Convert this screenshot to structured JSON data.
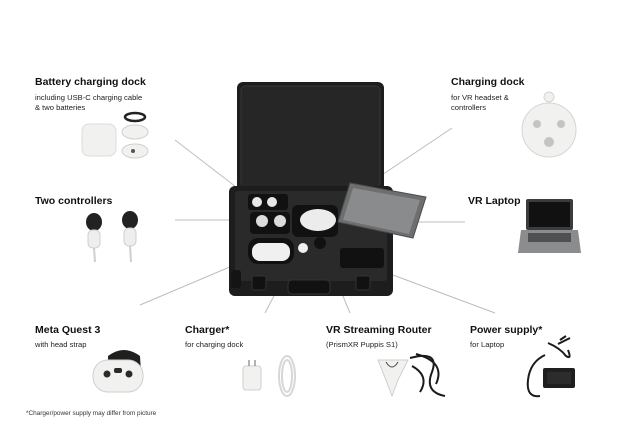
{
  "components": {
    "battery_dock": {
      "title": "Battery charging dock",
      "desc_line1": "including USB-C charging cable",
      "desc_line2": "& two batteries"
    },
    "charging_dock": {
      "title": "Charging dock",
      "desc_line1": "for VR headset &",
      "desc_line2": "controllers"
    },
    "controllers": {
      "title": "Two controllers"
    },
    "laptop": {
      "title": "VR Laptop"
    },
    "headset": {
      "title": "Meta Quest 3",
      "desc": "with head strap"
    },
    "charger": {
      "title": "Charger*",
      "desc": "for charging dock"
    },
    "router": {
      "title": "VR Streaming Router",
      "desc": "(PrismXR Puppis S1)"
    },
    "power_supply": {
      "title": "Power supply*",
      "desc": "for Laptop"
    }
  },
  "footnote": "*Charger/power supply may differ from picture",
  "colors": {
    "case": "#1d1d1d",
    "case_edge": "#2e2e2e",
    "leader_line": "#bdbdbd",
    "device_white": "#f1f1ef",
    "laptop_grey": "#6d6e70"
  }
}
